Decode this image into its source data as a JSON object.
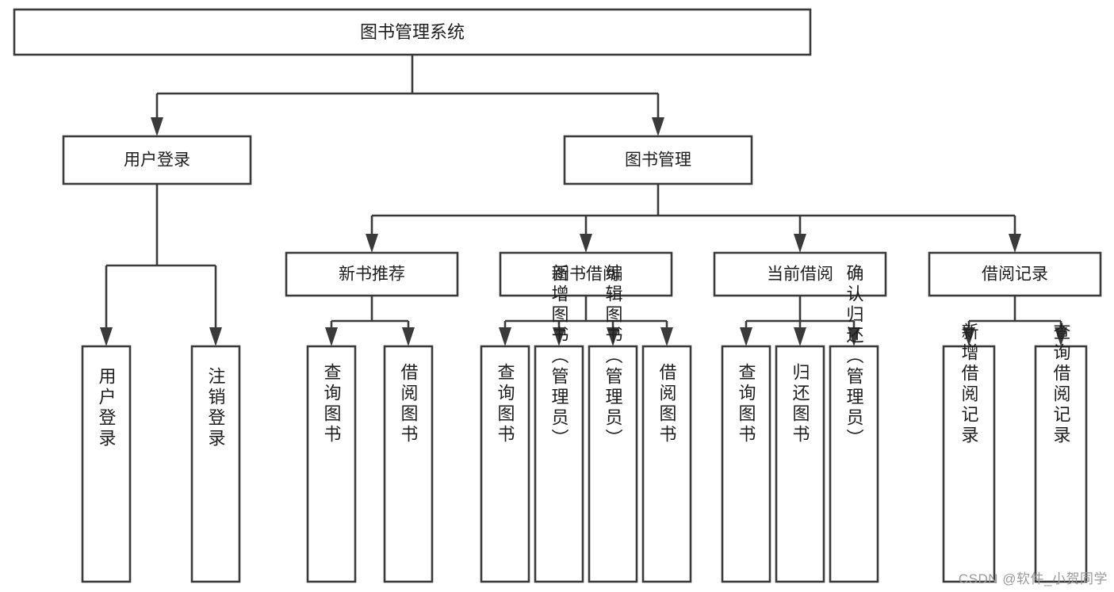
{
  "diagram": {
    "type": "hierarchy-tree",
    "title": "图书管理系统",
    "watermark": "CSDN @软件_小贺同学",
    "colors": {
      "stroke": "#3a3a3a",
      "fill": "#ffffff",
      "text": "#1d1d1d",
      "watermark": "#9a9a9a"
    },
    "root": {
      "label": "图书管理系统"
    },
    "level2": [
      {
        "label": "用户登录"
      },
      {
        "label": "图书管理"
      }
    ],
    "level3": [
      {
        "label": "新书推荐"
      },
      {
        "label": "图书借阅"
      },
      {
        "label": "当前借阅"
      },
      {
        "label": "借阅记录"
      }
    ],
    "leaves": {
      "user_login": [
        {
          "label": "用户登录"
        },
        {
          "label": "注销登录"
        }
      ],
      "new_book_recommend": [
        {
          "label": "查询图书"
        },
        {
          "label": "借阅图书"
        }
      ],
      "book_borrow": [
        {
          "label": "查询图书"
        },
        {
          "label": "新增图书（管理员）"
        },
        {
          "label": "编辑图书（管理员）"
        },
        {
          "label": "借阅图书"
        }
      ],
      "current_borrow": [
        {
          "label": "查询图书"
        },
        {
          "label": "归还图书"
        },
        {
          "label": "确认归还（管理员）"
        }
      ],
      "borrow_record": [
        {
          "label": "新增借阅记录"
        },
        {
          "label": "查询借阅记录"
        }
      ]
    }
  }
}
